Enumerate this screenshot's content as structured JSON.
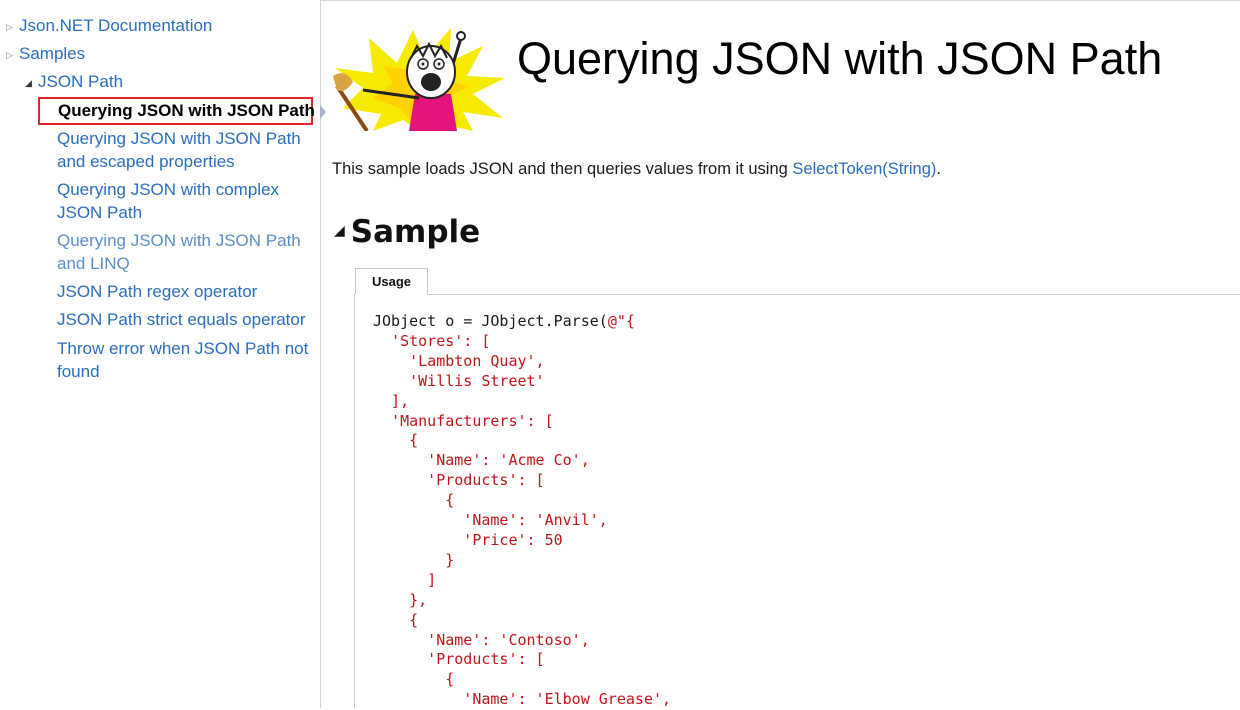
{
  "sidebar": {
    "items": [
      {
        "label": "Json.NET Documentation",
        "expanded": false
      },
      {
        "label": "Samples",
        "expanded": false
      },
      {
        "label": "JSON Path",
        "expanded": true
      }
    ],
    "selected": "Querying JSON with JSON Path",
    "children": [
      {
        "line1": "Querying JSON with JSON Path",
        "line2": "and escaped properties"
      },
      {
        "line1": "Querying JSON with complex",
        "line2": "JSON Path"
      },
      {
        "line1": "Querying JSON with JSON Path",
        "line2": "and LINQ"
      },
      {
        "line1": "JSON Path regex operator",
        "line2": ""
      },
      {
        "line1": "JSON Path strict equals operator",
        "line2": ""
      },
      {
        "line1": "Throw error when JSON Path not",
        "line2": "found"
      }
    ]
  },
  "header": {
    "title": "Querying JSON with JSON Path",
    "logo_icon": "x-all-the-y-meme-icon"
  },
  "intro": {
    "text": "This sample loads JSON and then queries values from it using ",
    "link": "SelectToken(String)",
    "suffix": "."
  },
  "section": {
    "title": "Sample"
  },
  "tabs": {
    "active": "Usage"
  },
  "colors": {
    "link": "#2a6ebb",
    "string": "#c0161b",
    "selected_border": "#e0262b"
  },
  "code": {
    "first_plain": "JObject o = JObject.Parse(",
    "first_str": "@\"{",
    "lines": [
      "  'Stores': [",
      "    'Lambton Quay',",
      "    'Willis Street'",
      "  ],",
      "  'Manufacturers': [",
      "    {",
      "      'Name': 'Acme Co',",
      "      'Products': [",
      "        {",
      "          'Name': 'Anvil',",
      "          'Price': 50",
      "        }",
      "      ]",
      "    },",
      "    {",
      "      'Name': 'Contoso',",
      "      'Products': [",
      "        {",
      "          'Name': 'Elbow Grease',"
    ]
  }
}
